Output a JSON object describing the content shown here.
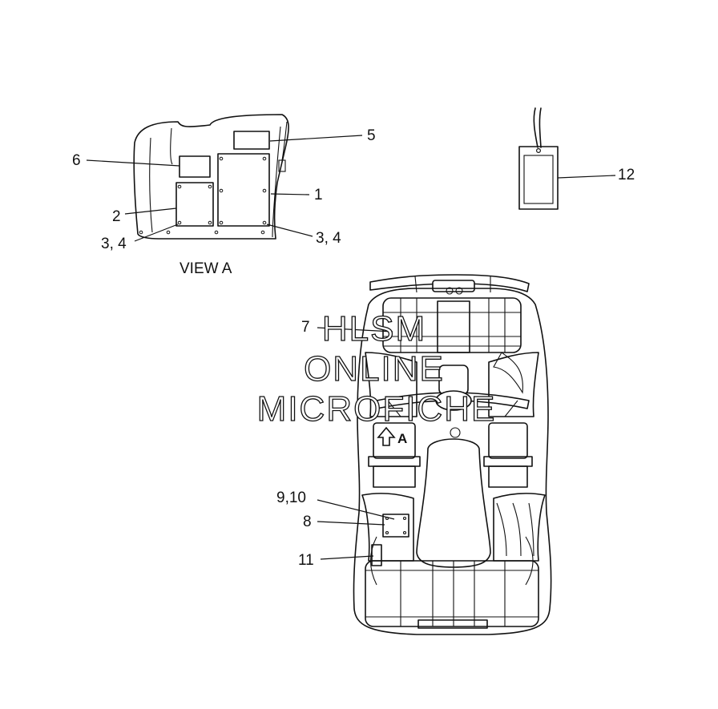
{
  "view_a": {
    "title": "VIEW A",
    "callouts": {
      "c1": "1",
      "c2": "2",
      "c34_left": "3, 4",
      "c34_right": "3, 4",
      "c5": "5",
      "c6": "6"
    }
  },
  "hang_tag": {
    "callout": "12"
  },
  "vehicle": {
    "view_marker": "A",
    "callouts": {
      "c7": "7",
      "c8": "8",
      "c910": "9,10",
      "c11": "11"
    }
  },
  "watermark": {
    "line1": "HLSM",
    "line2": "ONLINE",
    "line3": "MICROFICHE"
  }
}
